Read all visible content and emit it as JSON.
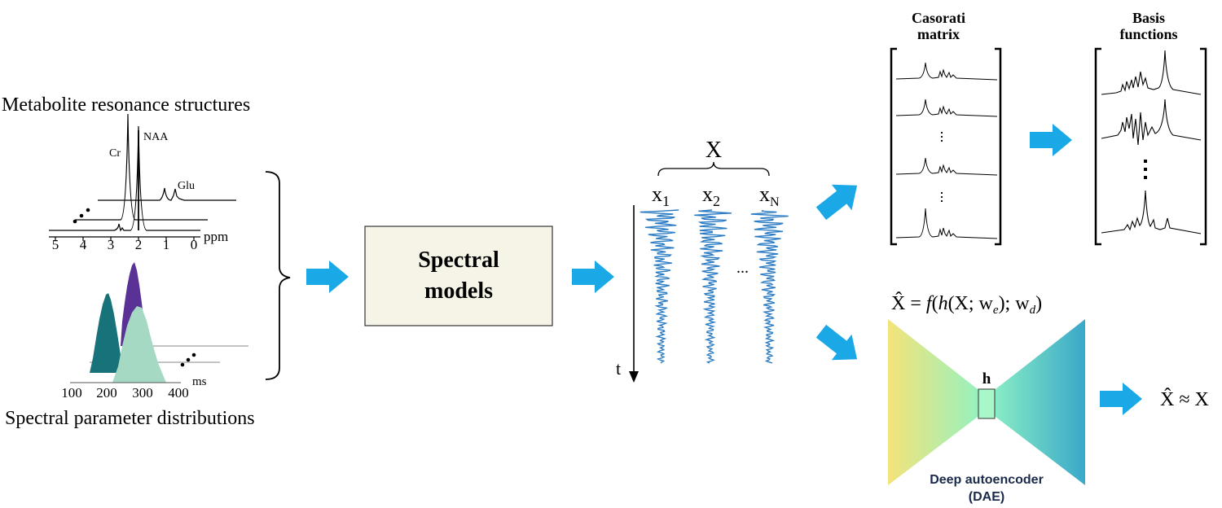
{
  "left": {
    "title": "Metabolite resonance structures",
    "peaks": {
      "cr": "Cr",
      "naa": "NAA",
      "glu": "Glu"
    },
    "ppm_axis": {
      "ticks": [
        "5",
        "4",
        "3",
        "2",
        "1",
        "0"
      ],
      "unit": "ppm"
    },
    "ms_axis": {
      "ticks": [
        "100",
        "200",
        "300",
        "400"
      ],
      "unit": "ms"
    },
    "bottom_title": "Spectral parameter distributions",
    "hist_colors": [
      "#17727a",
      "#5a3295",
      "#a6d9c4"
    ]
  },
  "models_box": {
    "line1": "Spectral",
    "line2": "models"
  },
  "signals": {
    "matrix_label": "X",
    "x1": "x",
    "x1_sub": "1",
    "x2": "x",
    "x2_sub": "2",
    "xn": "x",
    "xn_sub": "N",
    "ellipsis": "...",
    "time_label": "t",
    "signal_color": "#2c7cc4"
  },
  "casorati": {
    "line1": "Casorati",
    "line2": "matrix"
  },
  "basis": {
    "line1": "Basis",
    "line2": "functions"
  },
  "dae": {
    "equation": "X̂ = f(h(X; wₑ); w_d)",
    "eq_xhat": "X̂",
    "eq_eq": " = ",
    "eq_f": "f",
    "eq_open": "(",
    "eq_h": "h",
    "eq_open2": "(X; w",
    "eq_sub_e": "e",
    "eq_mid": "); w",
    "eq_sub_d": "d",
    "eq_close": ")",
    "latent": "h",
    "label_line1": "Deep autoencoder",
    "label_line2": "(DAE)",
    "result_xhat": "X̂",
    "result_rest": " ≈ X"
  },
  "arrow_color": "#1ba8e6"
}
